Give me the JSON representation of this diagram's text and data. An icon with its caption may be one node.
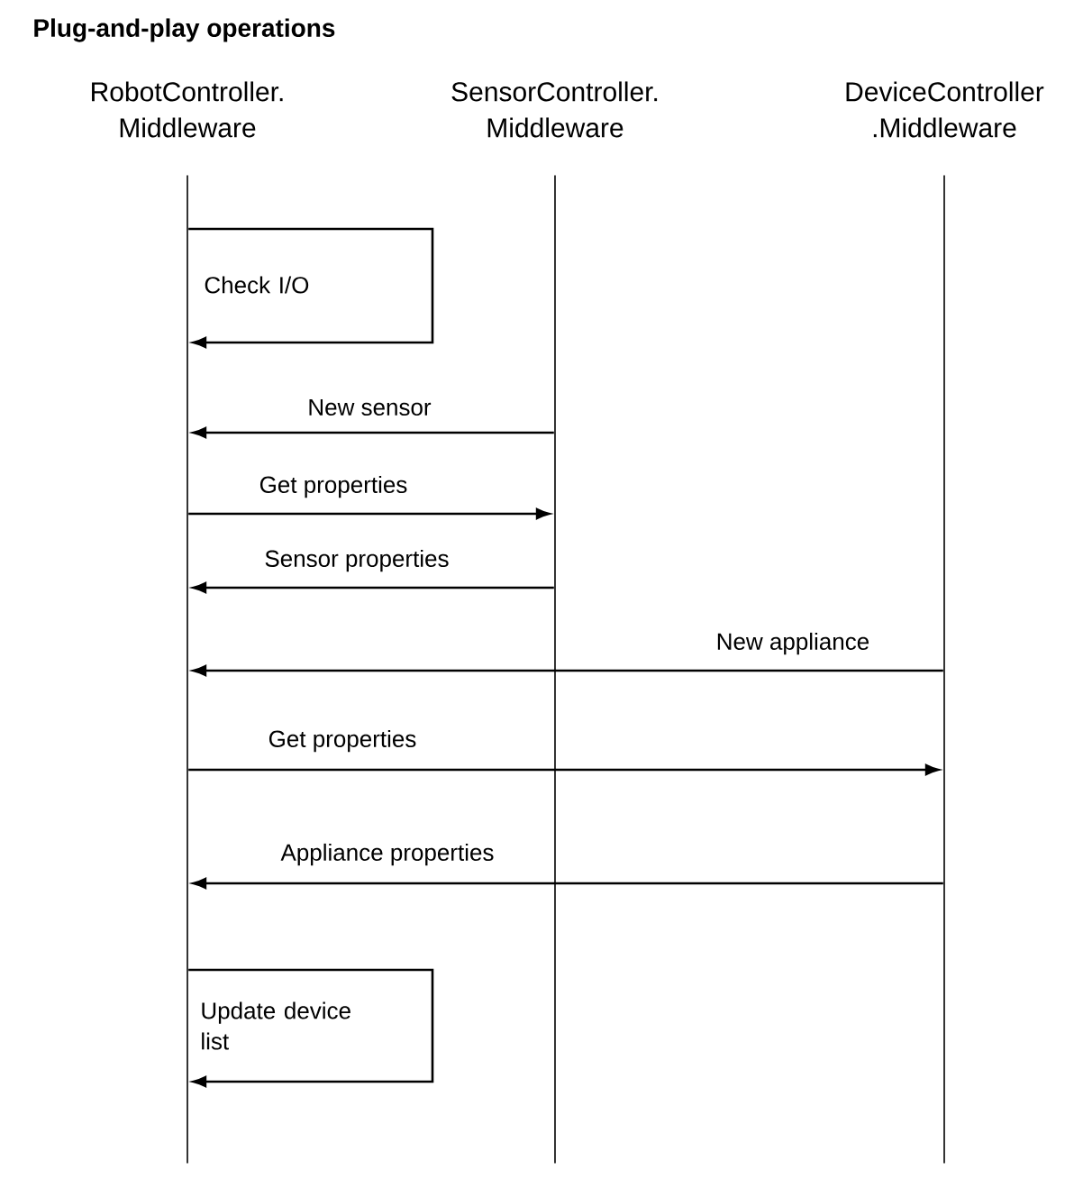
{
  "diagram": {
    "title": "Plug-and-play operations",
    "nodes": [
      {
        "text": [
          "RobotController. Middleware"
        ]
      },
      {
        "text": [
          "SensorController. Middleware"
        ]
      },
      {
        "text": [
          "DeviceController .Middleware"
        ]
      },
      {
        "text": [],
        "shape": "line"
      },
      {
        "text": [],
        "shape": "line"
      },
      {
        "text": [],
        "shape": "line"
      }
    ],
    "edges": [
      {
        "from": 3,
        "to": 3,
        "arrow": "to",
        "label": "Check I/O"
      },
      {
        "from": 4,
        "to": 3,
        "arrow": "to",
        "label": "New sensor"
      },
      {
        "from": 3,
        "to": 4,
        "arrow": "to",
        "label": "Get properties"
      },
      {
        "from": 4,
        "to": 3,
        "arrow": "to",
        "label": "Sensor properties"
      },
      {
        "from": 5,
        "to": 3,
        "arrow": "to",
        "label": "New appliance"
      },
      {
        "from": 3,
        "to": 5,
        "arrow": "to",
        "label": "Get properties"
      },
      {
        "from": 5,
        "to": 3,
        "arrow": "to",
        "label": "Appliance properties"
      },
      {
        "from": 3,
        "to": 3,
        "arrow": "to",
        "label": "Update device list"
      }
    ]
  }
}
